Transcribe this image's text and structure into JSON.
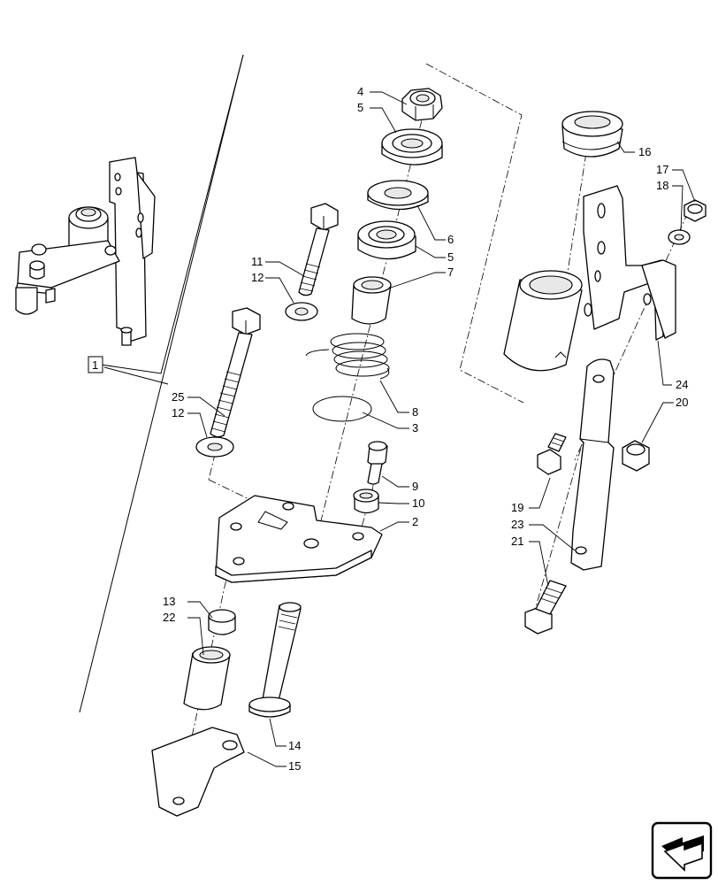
{
  "callouts": {
    "c1": "1",
    "c2": "2",
    "c3": "3",
    "c4": "4",
    "c5a": "5",
    "c5b": "5",
    "c6": "6",
    "c7": "7",
    "c8": "8",
    "c9": "9",
    "c10": "10",
    "c11": "11",
    "c12a": "12",
    "c12b": "12",
    "c13": "13",
    "c14": "14",
    "c15": "15",
    "c16": "16",
    "c17": "17",
    "c18": "18",
    "c19": "19",
    "c20": "20",
    "c21": "21",
    "c22": "22",
    "c23": "23",
    "c24": "24",
    "c25": "25"
  },
  "icons": {
    "nav": "page-navigation-arrow-icon"
  }
}
